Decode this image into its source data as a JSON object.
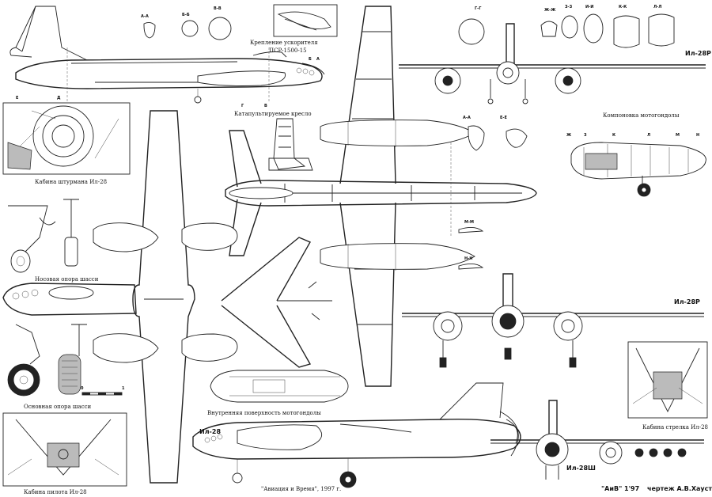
{
  "labels": {
    "booster": "Крепление ускорителя",
    "booster_model": "ПСР-1500-15",
    "ejection_seat": "Катапультируемое кресло",
    "navigator_cabin": "Кабина штурмана Ил-28",
    "nose_gear": "Носовая опора шасси",
    "main_gear": "Основная опора шасси",
    "pilot_cabin": "Кабина пилота Ил-28",
    "nacelle_inner": "Внутренняя поверхность мотогондолы",
    "nacelle_layout": "Компоновка мотогондолы",
    "gunner_cabin": "Кабина стрелка Ил-28",
    "il28": "Ил-28",
    "il28r_1": "Ил-28Р",
    "il28r_2": "Ил-28Р",
    "il28sh": "Ил-28Ш",
    "copyright": "\"Авиация и Время\", 1997 г.",
    "journal": "\"АиВ\" 1'97",
    "drafter": "чертеж  А.В.Хаустова",
    "scale_0": "0",
    "scale_1": "1"
  },
  "sections_top": [
    "А-А",
    "Б-Б",
    "В-В"
  ],
  "sections_right": [
    "Г-Г",
    "Ж-Ж",
    "З-З",
    "И-И",
    "К-К",
    "Л-Л"
  ],
  "sections_mid": [
    "А-А",
    "Е-Е"
  ],
  "sections_wing": [
    "М-М",
    "Н-Н"
  ],
  "nacelle_sections": [
    "Ж",
    "З",
    "К",
    "Л",
    "М",
    "Н"
  ],
  "side_markers": [
    "Е",
    "Д",
    "Г",
    "В",
    "Б",
    "А"
  ]
}
